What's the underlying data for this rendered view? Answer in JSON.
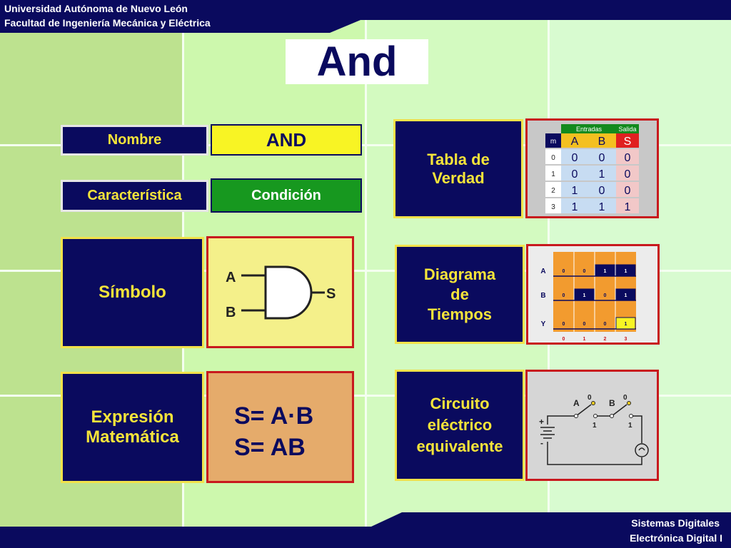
{
  "header": {
    "line1": "Universidad Autónoma de Nuevo León",
    "line2": "Facultad de Ingeniería Mecánica y Eléctrica"
  },
  "title": "And",
  "nombre": {
    "label": "Nombre",
    "value": "AND"
  },
  "caracteristica": {
    "label": "Característica",
    "value": "Condición"
  },
  "simbolo": {
    "label": "Símbolo",
    "input_a": "A",
    "input_b": "B",
    "output": "S"
  },
  "expresion": {
    "label_line1": "Expresión",
    "label_line2": "Matemática",
    "eq1": "S= A·B",
    "eq2": "S= AB"
  },
  "tabla": {
    "label_line1": "Tabla de",
    "label_line2": "Verdad",
    "group_inputs": "Entradas",
    "group_output": "Salida",
    "headers": [
      "m",
      "A",
      "B",
      "S"
    ],
    "rows": [
      [
        "0",
        "0",
        "0",
        "0"
      ],
      [
        "1",
        "0",
        "1",
        "0"
      ],
      [
        "2",
        "1",
        "0",
        "0"
      ],
      [
        "3",
        "1",
        "1",
        "1"
      ]
    ]
  },
  "diagrama": {
    "label_line1": "Diagrama",
    "label_line2": "de",
    "label_line3": "Tiempos",
    "signals": [
      {
        "name": "A",
        "values": [
          0,
          0,
          1,
          1
        ]
      },
      {
        "name": "B",
        "values": [
          0,
          1,
          0,
          1
        ]
      },
      {
        "name": "Y",
        "values": [
          0,
          0,
          0,
          1
        ]
      }
    ],
    "time_labels": [
      "0",
      "1",
      "2",
      "3"
    ]
  },
  "circuito": {
    "label_line1": "Circuito",
    "label_line2": "eléctrico",
    "label_line3": "equivalente",
    "switch_a": "A",
    "switch_b": "B",
    "state_off": "0",
    "state_on": "1",
    "plus": "+",
    "minus": "-"
  },
  "footer": {
    "line1": "Sistemas Digitales",
    "line2": "Electrónica Digital I"
  },
  "colors": {
    "navy": "#0a0a5e",
    "accent_yellow": "#f5e43a",
    "green": "#17981f",
    "red_border": "#c8191e"
  }
}
